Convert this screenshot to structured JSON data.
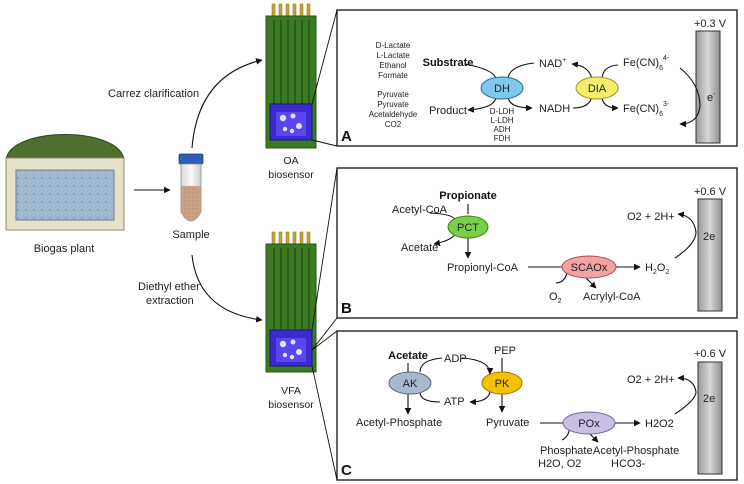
{
  "left": {
    "biogas_plant": "Biogas plant",
    "sample": "Sample",
    "carrez": "Carrez clarification",
    "diethyl_1": "Diethyl ether",
    "diethyl_2": "extraction",
    "oa_1": "OA",
    "oa_2": "biosensor",
    "vfa_1": "VFA",
    "vfa_2": "biosensor"
  },
  "panelA": {
    "letter": "A",
    "voltage": "+0.3 V",
    "substrates": [
      "D-Lactate",
      "L-Lactate",
      "Ethanol",
      "Formate"
    ],
    "products": [
      "Pyruvate",
      "Pyruvate",
      "Acetaldehyde",
      "CO2"
    ],
    "enzymes_list": [
      "D-LDH",
      "L-LDH",
      "ADH",
      "FDH"
    ],
    "substrate": "Substrate",
    "product": "Product",
    "dh": "DH",
    "dia": "DIA",
    "nad": "NAD",
    "nad_sup": "+",
    "nadh": "NADH",
    "fe_ox": "Fe(CN)",
    "fe_sub": "6",
    "fe_ox_sup": "4-",
    "fe_red_sup": "3-",
    "electron": "e",
    "electron_sup": "-",
    "colors": {
      "dh": "#7ec8ee",
      "dia": "#f6ee6a"
    }
  },
  "panelB": {
    "letter": "B",
    "voltage": "+0.6 V",
    "propionate": "Propionate",
    "acetyl_coa": "Acetyl-CoA",
    "acetate": "Acetate",
    "propionyl_coa": "Propionyl-CoA",
    "pct": "PCT",
    "scaox": "SCAOx",
    "o2": "O",
    "o2_sub": "2",
    "acrylyl": "Acrylyl-CoA",
    "h2o2": "H",
    "o2_2h": "O2 + 2H+",
    "two_e": "2e",
    "colors": {
      "pct": "#78d048",
      "scaox": "#f2a2a2"
    }
  },
  "panelC": {
    "letter": "C",
    "voltage": "+0.6 V",
    "acetate": "Acetate",
    "adp": "ADP",
    "pep": "PEP",
    "atp": "ATP",
    "ak": "AK",
    "pk": "PK",
    "pox": "POx",
    "acetyl_phosphate": "Acetyl-Phosphate",
    "pyruvate": "Pyruvate",
    "phosphate": "Phosphate",
    "h2o_o2": "H2O, O2",
    "acetyl_phosphate2": "Acetyl-Phosphate",
    "hco3": "HCO3-",
    "h2o2": "H2O2",
    "o2_2h": "O2 + 2H+",
    "two_e": "2e",
    "colors": {
      "ak": "#a9b8cc",
      "pk": "#f5c000",
      "pox": "#c8bfe2"
    }
  }
}
